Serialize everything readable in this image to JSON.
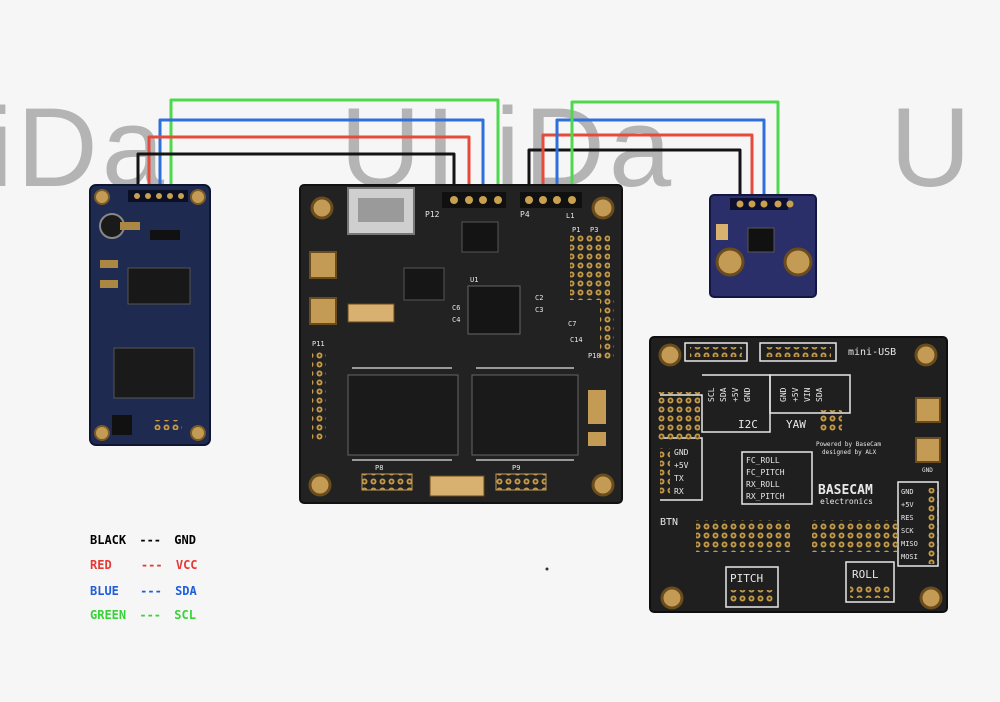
{
  "watermark": {
    "text_left": "iDa",
    "text_mid": "UI iDa",
    "text_right": "U"
  },
  "legend": [
    {
      "color_name": "BLACK",
      "sep": "---",
      "signal": "GND",
      "color": "#000000"
    },
    {
      "color_name": "RED",
      "sep": "---",
      "signal": "VCC",
      "color": "#e53935"
    },
    {
      "color_name": "BLUE",
      "sep": "---",
      "signal": "SDA",
      "color": "#1e5fd8"
    },
    {
      "color_name": "GREEN",
      "sep": "---",
      "signal": "SCL",
      "color": "#39d239"
    }
  ],
  "main_board": {
    "headers": [
      "P12",
      "P4"
    ],
    "pads": [
      "P8",
      "P9"
    ],
    "labels": [
      "C6",
      "C4",
      "C2",
      "C3",
      "C7",
      "C14",
      "P11",
      "P10",
      "P1",
      "P3",
      "U1",
      "L1"
    ]
  },
  "sensor_board": {
    "pins": 5
  },
  "basecam_board": {
    "top_label": "mini-USB",
    "i2c_label": "I2C",
    "yaw_label": "YAW",
    "i2c_pins": [
      "SCL",
      "SDA",
      "+5V",
      "GND"
    ],
    "yaw_pins": [
      "GND",
      "+5V",
      "VIN",
      "SDA"
    ],
    "powered_text": [
      "Powered by BaseCam",
      "designed by ALX"
    ],
    "left_pins": [
      "GND",
      "+5V",
      "TX",
      "RX"
    ],
    "fc_pins": [
      "FC_ROLL",
      "FC_PITCH",
      "RX_ROLL",
      "RX_PITCH"
    ],
    "brand_line1": "BASECAM",
    "brand_line2": "electronics",
    "spi_pins": [
      "GND",
      "+5V",
      "RES",
      "SCK",
      "MISO",
      "MOSI"
    ],
    "btn_label": "BTN",
    "pitch_label": "PITCH",
    "roll_label": "ROLL",
    "gnd_label": "GND"
  }
}
